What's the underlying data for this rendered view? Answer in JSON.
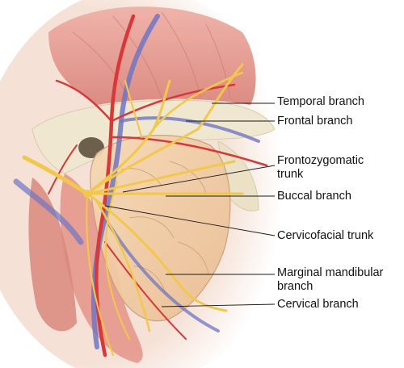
{
  "labels": {
    "temporal": "Temporal branch",
    "frontal": "Frontal branch",
    "frontozygomatic_1": "Frontozygomatic",
    "frontozygomatic_2": "trunk",
    "buccal": "Buccal branch",
    "cervicofacial": "Cervicofacial trunk",
    "marginal_1": "Marginal mandibular",
    "marginal_2": "branch",
    "cervical": "Cervical branch"
  },
  "colors": {
    "nerve": "#f2c84b",
    "artery": "#d9383a",
    "vein": "#6f76c4",
    "gland": "#f0c9a0",
    "muscle": "#e9a59c",
    "bone": "#efe7cf",
    "leader": "#1a1a1a"
  }
}
